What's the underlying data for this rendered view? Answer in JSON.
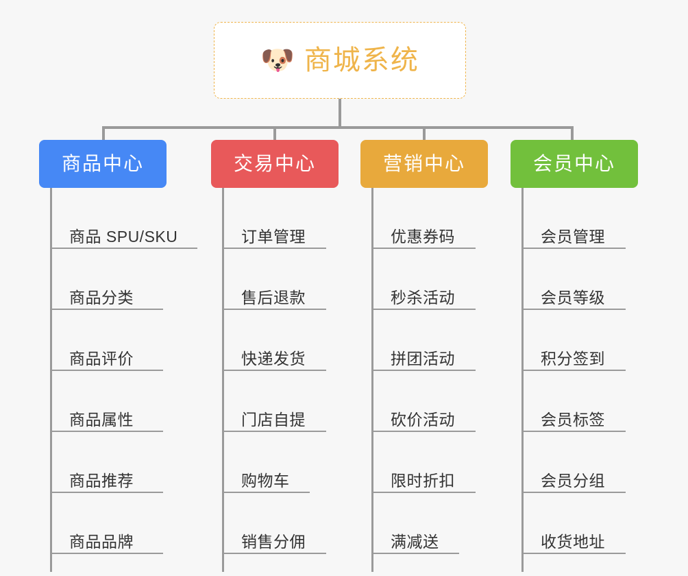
{
  "root": {
    "icon": "dog-face-emoji",
    "emoji": "🐶",
    "title": "商城系统",
    "color": "#efb44a"
  },
  "colors": {
    "background": "#f7f7f7",
    "connector": "#9a9a9a",
    "leaf_text": "#333333",
    "leaf_rule": "#9a9a9a"
  },
  "columns": [
    {
      "title": "商品中心",
      "color": "#4688f5",
      "items": [
        "商品 SPU/SKU",
        "商品分类",
        "商品评价",
        "商品属性",
        "商品推荐",
        "商品品牌"
      ]
    },
    {
      "title": "交易中心",
      "color": "#e8595a",
      "items": [
        "订单管理",
        "售后退款",
        "快递发货",
        "门店自提",
        "购物车",
        "销售分佣"
      ]
    },
    {
      "title": "营销中心",
      "color": "#e8a93c",
      "items": [
        "优惠券码",
        "秒杀活动",
        "拼团活动",
        "砍价活动",
        "限时折扣",
        "满减送"
      ]
    },
    {
      "title": "会员中心",
      "color": "#72c03c",
      "items": [
        "会员管理",
        "会员等级",
        "积分签到",
        "会员标签",
        "会员分组",
        "收货地址"
      ]
    }
  ]
}
